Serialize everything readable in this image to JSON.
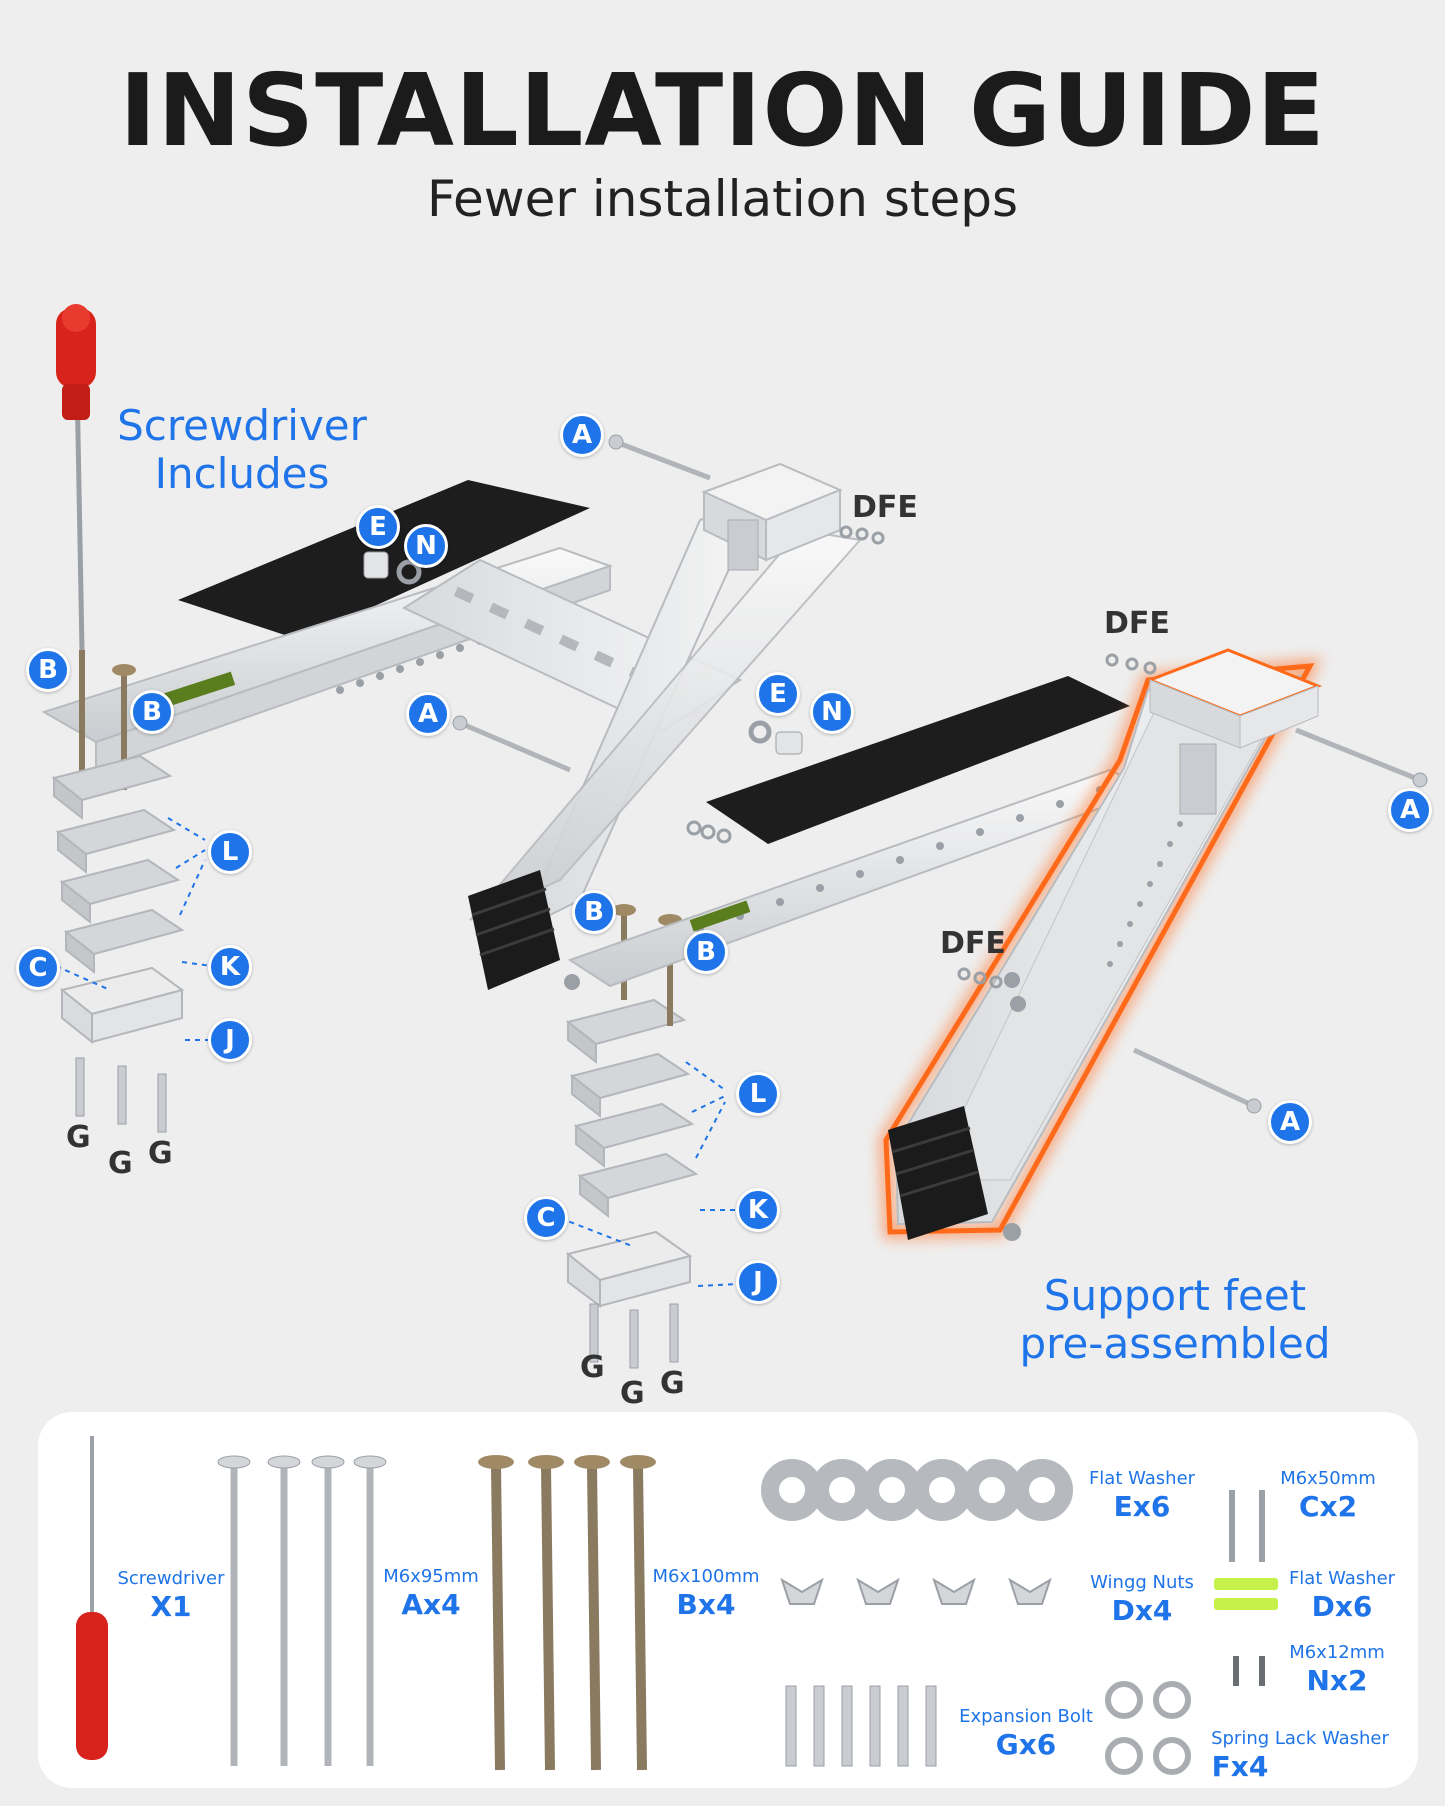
{
  "header": {
    "title": "INSTALLATION GUIDE",
    "subtitle": "Fewer installation steps"
  },
  "notes": {
    "screwdriver": [
      "Screwdriver",
      "Includes"
    ],
    "feet": [
      "Support feet",
      "pre-assembled"
    ]
  },
  "callout_letters": {
    "A": "A",
    "B": "B",
    "C": "C",
    "E": "E",
    "N": "N",
    "L": "L",
    "K": "K",
    "J": "J",
    "G": "G",
    "DFE": "DFE"
  },
  "parts": [
    {
      "id": "screwdriver",
      "label": "Screwdriver",
      "count": "X1"
    },
    {
      "id": "bolt-a",
      "label": "M6x95mm",
      "count": "Ax4"
    },
    {
      "id": "screw-b",
      "label": "M6x100mm",
      "count": "Bx4"
    },
    {
      "id": "flat-washer-e",
      "label": "Flat Washer",
      "count": "Ex6"
    },
    {
      "id": "screw-c",
      "label": "M6x50mm",
      "count": "Cx2"
    },
    {
      "id": "wing-nut-d",
      "label": "Wingg Nuts",
      "count": "Dx4"
    },
    {
      "id": "flat-washer-d",
      "label": "Flat Washer",
      "count": "Dx6"
    },
    {
      "id": "screw-n",
      "label": "M6x12mm",
      "count": "Nx2"
    },
    {
      "id": "expansion-bolt-g",
      "label": "Expansion Bolt",
      "count": "Gx6"
    },
    {
      "id": "spring-washer-f",
      "label": "Spring Lack Washer",
      "count": "Fx4"
    }
  ],
  "colors": {
    "accent": "#1e74e8",
    "highlight": "#ff6a1a",
    "screwdriver": "#d8231c",
    "washer_green": "#c6f04a"
  }
}
